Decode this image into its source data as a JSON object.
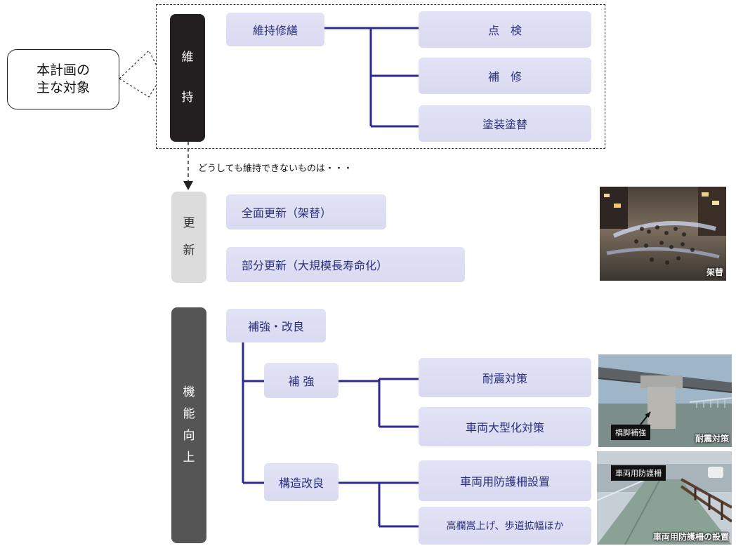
{
  "callout": {
    "line1": "本計画の",
    "line2": "主な対象"
  },
  "categories": {
    "maintenance": [
      "維",
      "持"
    ],
    "renewal": [
      "更",
      "新"
    ],
    "improvement": [
      "機",
      "能",
      "向",
      "上"
    ]
  },
  "maintenance": {
    "root": "維持修繕",
    "children": [
      "点　検",
      "補　修",
      "塗装塗替"
    ]
  },
  "transition_note": "どうしても維持できないものは・・・",
  "renewal": {
    "items": [
      "全面更新（架替）",
      "部分更新（大規模長寿命化）"
    ]
  },
  "improvement": {
    "root": "補強・改良",
    "reinforcement": {
      "label": "補 強",
      "children": [
        "耐震対策",
        "車両大型化対策"
      ]
    },
    "structural": {
      "label": "構造改良",
      "children": [
        "車両用防護柵設置",
        "高欄嵩上げ、歩道拡幅ほか"
      ]
    }
  },
  "photos": {
    "replacement": {
      "tag": "架替"
    },
    "seismic": {
      "tag": "耐震対策",
      "label": "橋脚補強"
    },
    "guardrail": {
      "tag": "車両用防護柵の設置",
      "label": "車両用防護柵"
    }
  },
  "colors": {
    "connector": "#2b2b8f",
    "item_fill": "#dcdcf3",
    "maintenance_bar": "#231f20",
    "renewal_bar": "#dcdcdc",
    "improvement_bar": "#555555"
  }
}
